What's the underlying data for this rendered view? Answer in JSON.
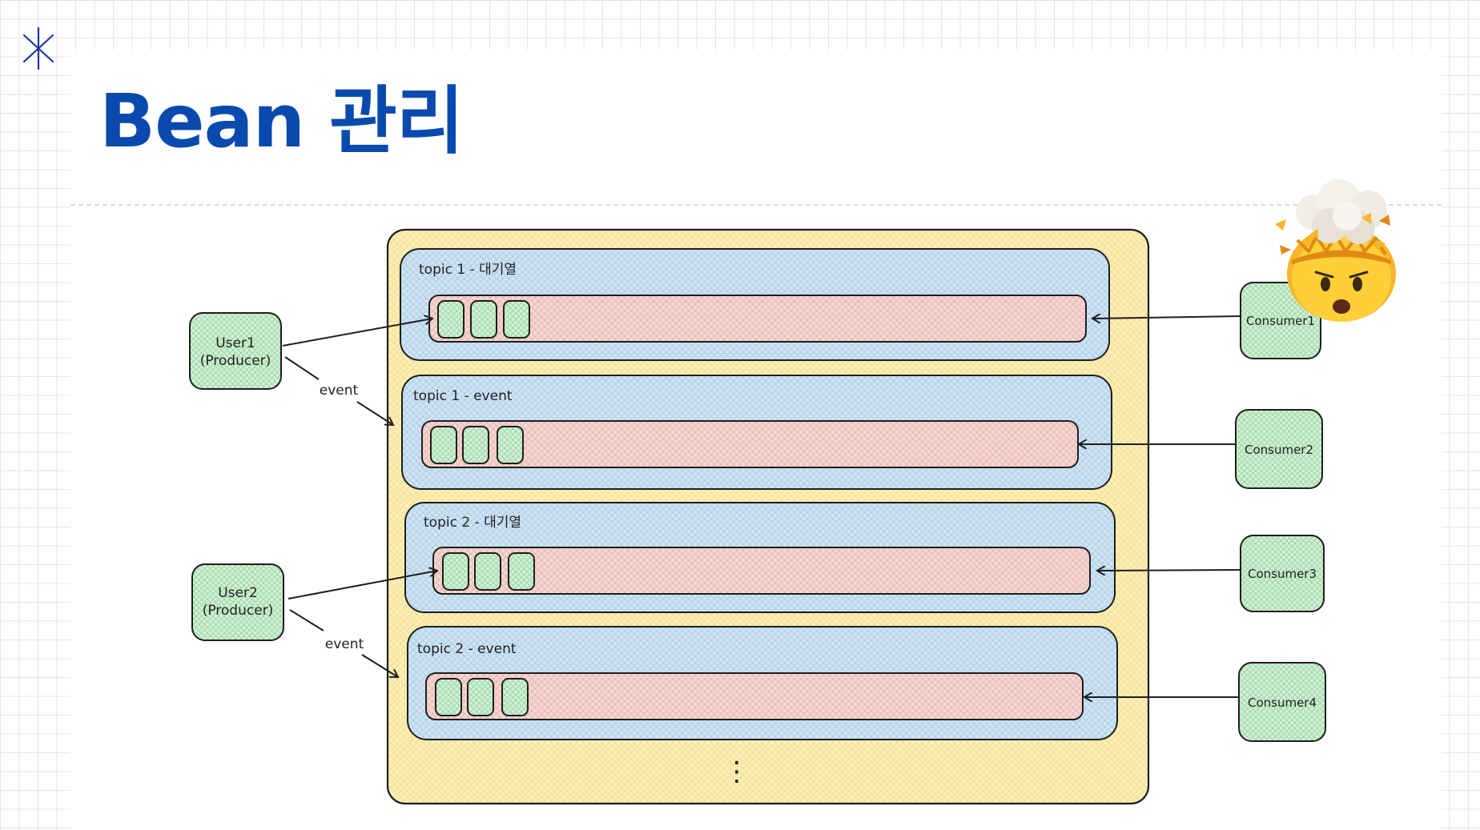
{
  "title": "Bean 관리",
  "colors": {
    "title": "#0a4aaf",
    "container_fill": "#fbefb6",
    "topic_fill": "#cfe3f2",
    "queue_fill": "#f4d7d3",
    "node_fill": "#c8eccd",
    "stroke": "#1e1e1e"
  },
  "decorations": [
    "asterisk-icon",
    "exploding-head-emoji"
  ],
  "producers": [
    {
      "label_line1": "User1",
      "label_line2": "(Producer)"
    },
    {
      "label_line1": "User2",
      "label_line2": "(Producer)"
    }
  ],
  "topics": [
    {
      "label": "topic 1 - 대기열"
    },
    {
      "label": "topic 1 - event"
    },
    {
      "label": "topic 2 - 대기열"
    },
    {
      "label": "topic 2 - event"
    }
  ],
  "consumers": [
    {
      "label": "Consumer1"
    },
    {
      "label": "Consumer2"
    },
    {
      "label": "Consumer3"
    },
    {
      "label": "Consumer4"
    }
  ],
  "edge_labels": [
    "event",
    "event"
  ],
  "ellipsis": "⋮"
}
